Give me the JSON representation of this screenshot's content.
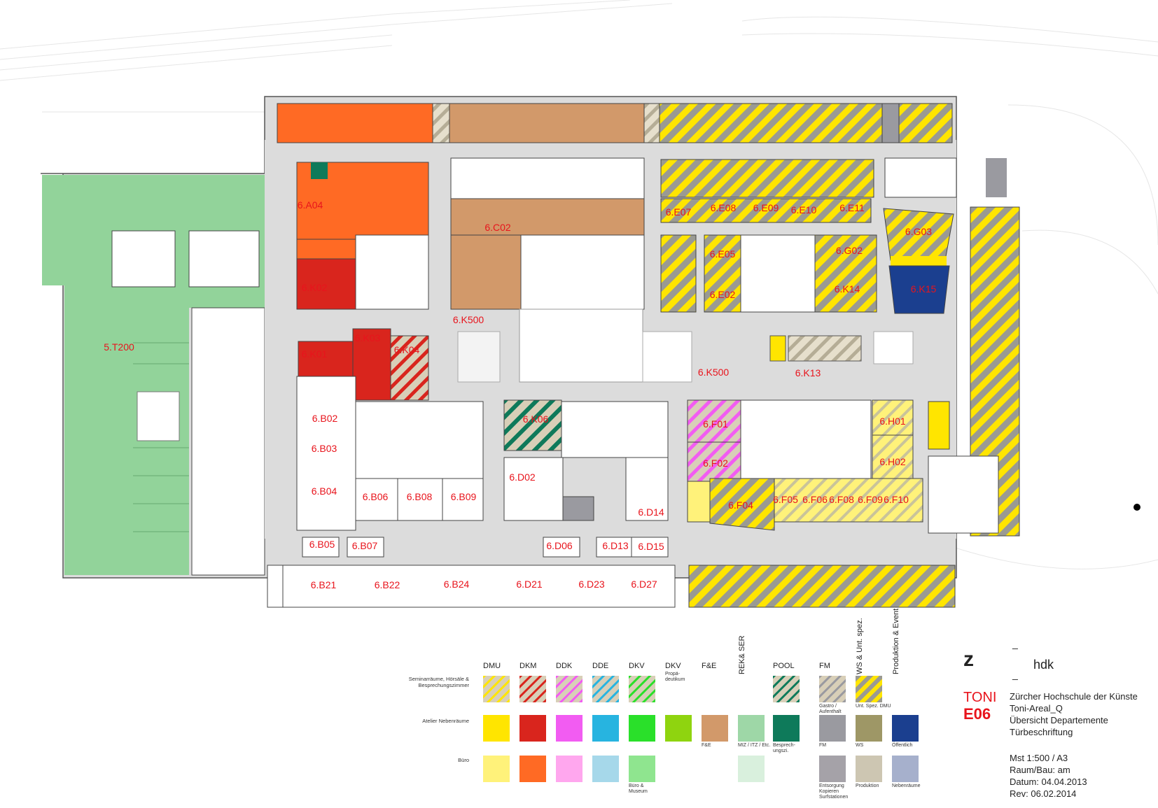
{
  "colors": {
    "dmu_yellow": "#ffe500",
    "dkm_red": "#d9251d",
    "ddk_pink": "#f25cf2",
    "dde_blue": "#27b4e0",
    "dkv_green": "#2ae02a",
    "propaedeutikum_lime": "#8fd40f",
    "fe_brown": "#d2996a",
    "rekser_mint": "#9ed7a7",
    "pool_teal": "#0e7a5a",
    "fm_grey": "#9a9aa0",
    "ws_olive": "#9e9766",
    "oeffentlich_navy": "#1b3f8f",
    "buero_yellow": "#fff27a",
    "buero_orange": "#ff6a24",
    "buero_pink": "#ffa7ee",
    "buero_blue": "#a6d8ea",
    "buero_green": "#8fe58f",
    "buero_mint": "#d9f0dd",
    "entsorgung_grey": "#a5a2a8",
    "produktion_beige": "#cdc6b2",
    "nebenraeume_blue": "#a6b0cc",
    "brand_red": "#e8141c",
    "corridor": "#dcdcdc"
  },
  "rooms": [
    "6.A04",
    "6.K02",
    "6.C02",
    "6.K500",
    "6.E07",
    "6.E08",
    "6.E09",
    "6.E10",
    "6.E11",
    "6.G03",
    "6.E05",
    "6.E02",
    "6.G02",
    "6.K14",
    "6.K15",
    "6.K01",
    "6.K03",
    "6.K04",
    "6.K500",
    "6.K13",
    "5.T200",
    "6.B02",
    "6.B03",
    "6.K06",
    "6.F01",
    "6.H01",
    "6.F02",
    "6.H02",
    "6.B04",
    "6.B06",
    "6.B08",
    "6.B09",
    "6.D02",
    "6.D14",
    "6.F04",
    "6.F05",
    "6.F06",
    "6.F08",
    "6.F09",
    "6.F10",
    "6.B05",
    "6.B07",
    "6.D06",
    "6.D13",
    "6.D15",
    "6.B21",
    "6.B22",
    "6.B24",
    "6.D21",
    "6.D23",
    "6.D27"
  ],
  "legend": {
    "columns": [
      "DMU",
      "DKM",
      "DDK",
      "DDE",
      "DKV",
      "DKV",
      "F&E",
      "REK& SER",
      "POOL",
      "FM",
      "WS & Unt. spez.",
      "Produktion & Event"
    ],
    "propaedeutikum": "Propä-deutikum",
    "rows": {
      "seminar": "Seminarräume, Hörsäle & Besprechungszimmer",
      "atelier": "Atelier Nebenräume",
      "buero": "Büro"
    },
    "notes": {
      "gastro": "Gastro / Aufenthalt",
      "unt_spez": "Unt. Spez. DMU",
      "fe": "F&E",
      "miz": "MIZ / ITZ / Etc.",
      "besprech": "Besprech-ungszi.",
      "fm": "FM",
      "ws": "WS",
      "oeffentlich": "Öffentlich",
      "buero_museum": "Büro & Museum",
      "entsorgung": "Entsorgung Kopieren Surfstationen",
      "produktion": "Produktion",
      "nebenraeume": "Nebenräume"
    }
  },
  "titleblock": {
    "logo_mark": "z",
    "dash1": "_",
    "hdk": "hdk",
    "dash2": "_",
    "toni": "TONI",
    "floor": "E06",
    "line1": "Zürcher Hochschule der Künste",
    "line2": "Toni-Areal_Q",
    "line3": "Übersicht Departemente",
    "line4": "Türbeschriftung",
    "scale": "Mst 1:500 / A3",
    "raum": "Raum/Bau: am",
    "datum": "Datum: 04.04.2013",
    "rev": "Rev: 06.02.2014"
  }
}
